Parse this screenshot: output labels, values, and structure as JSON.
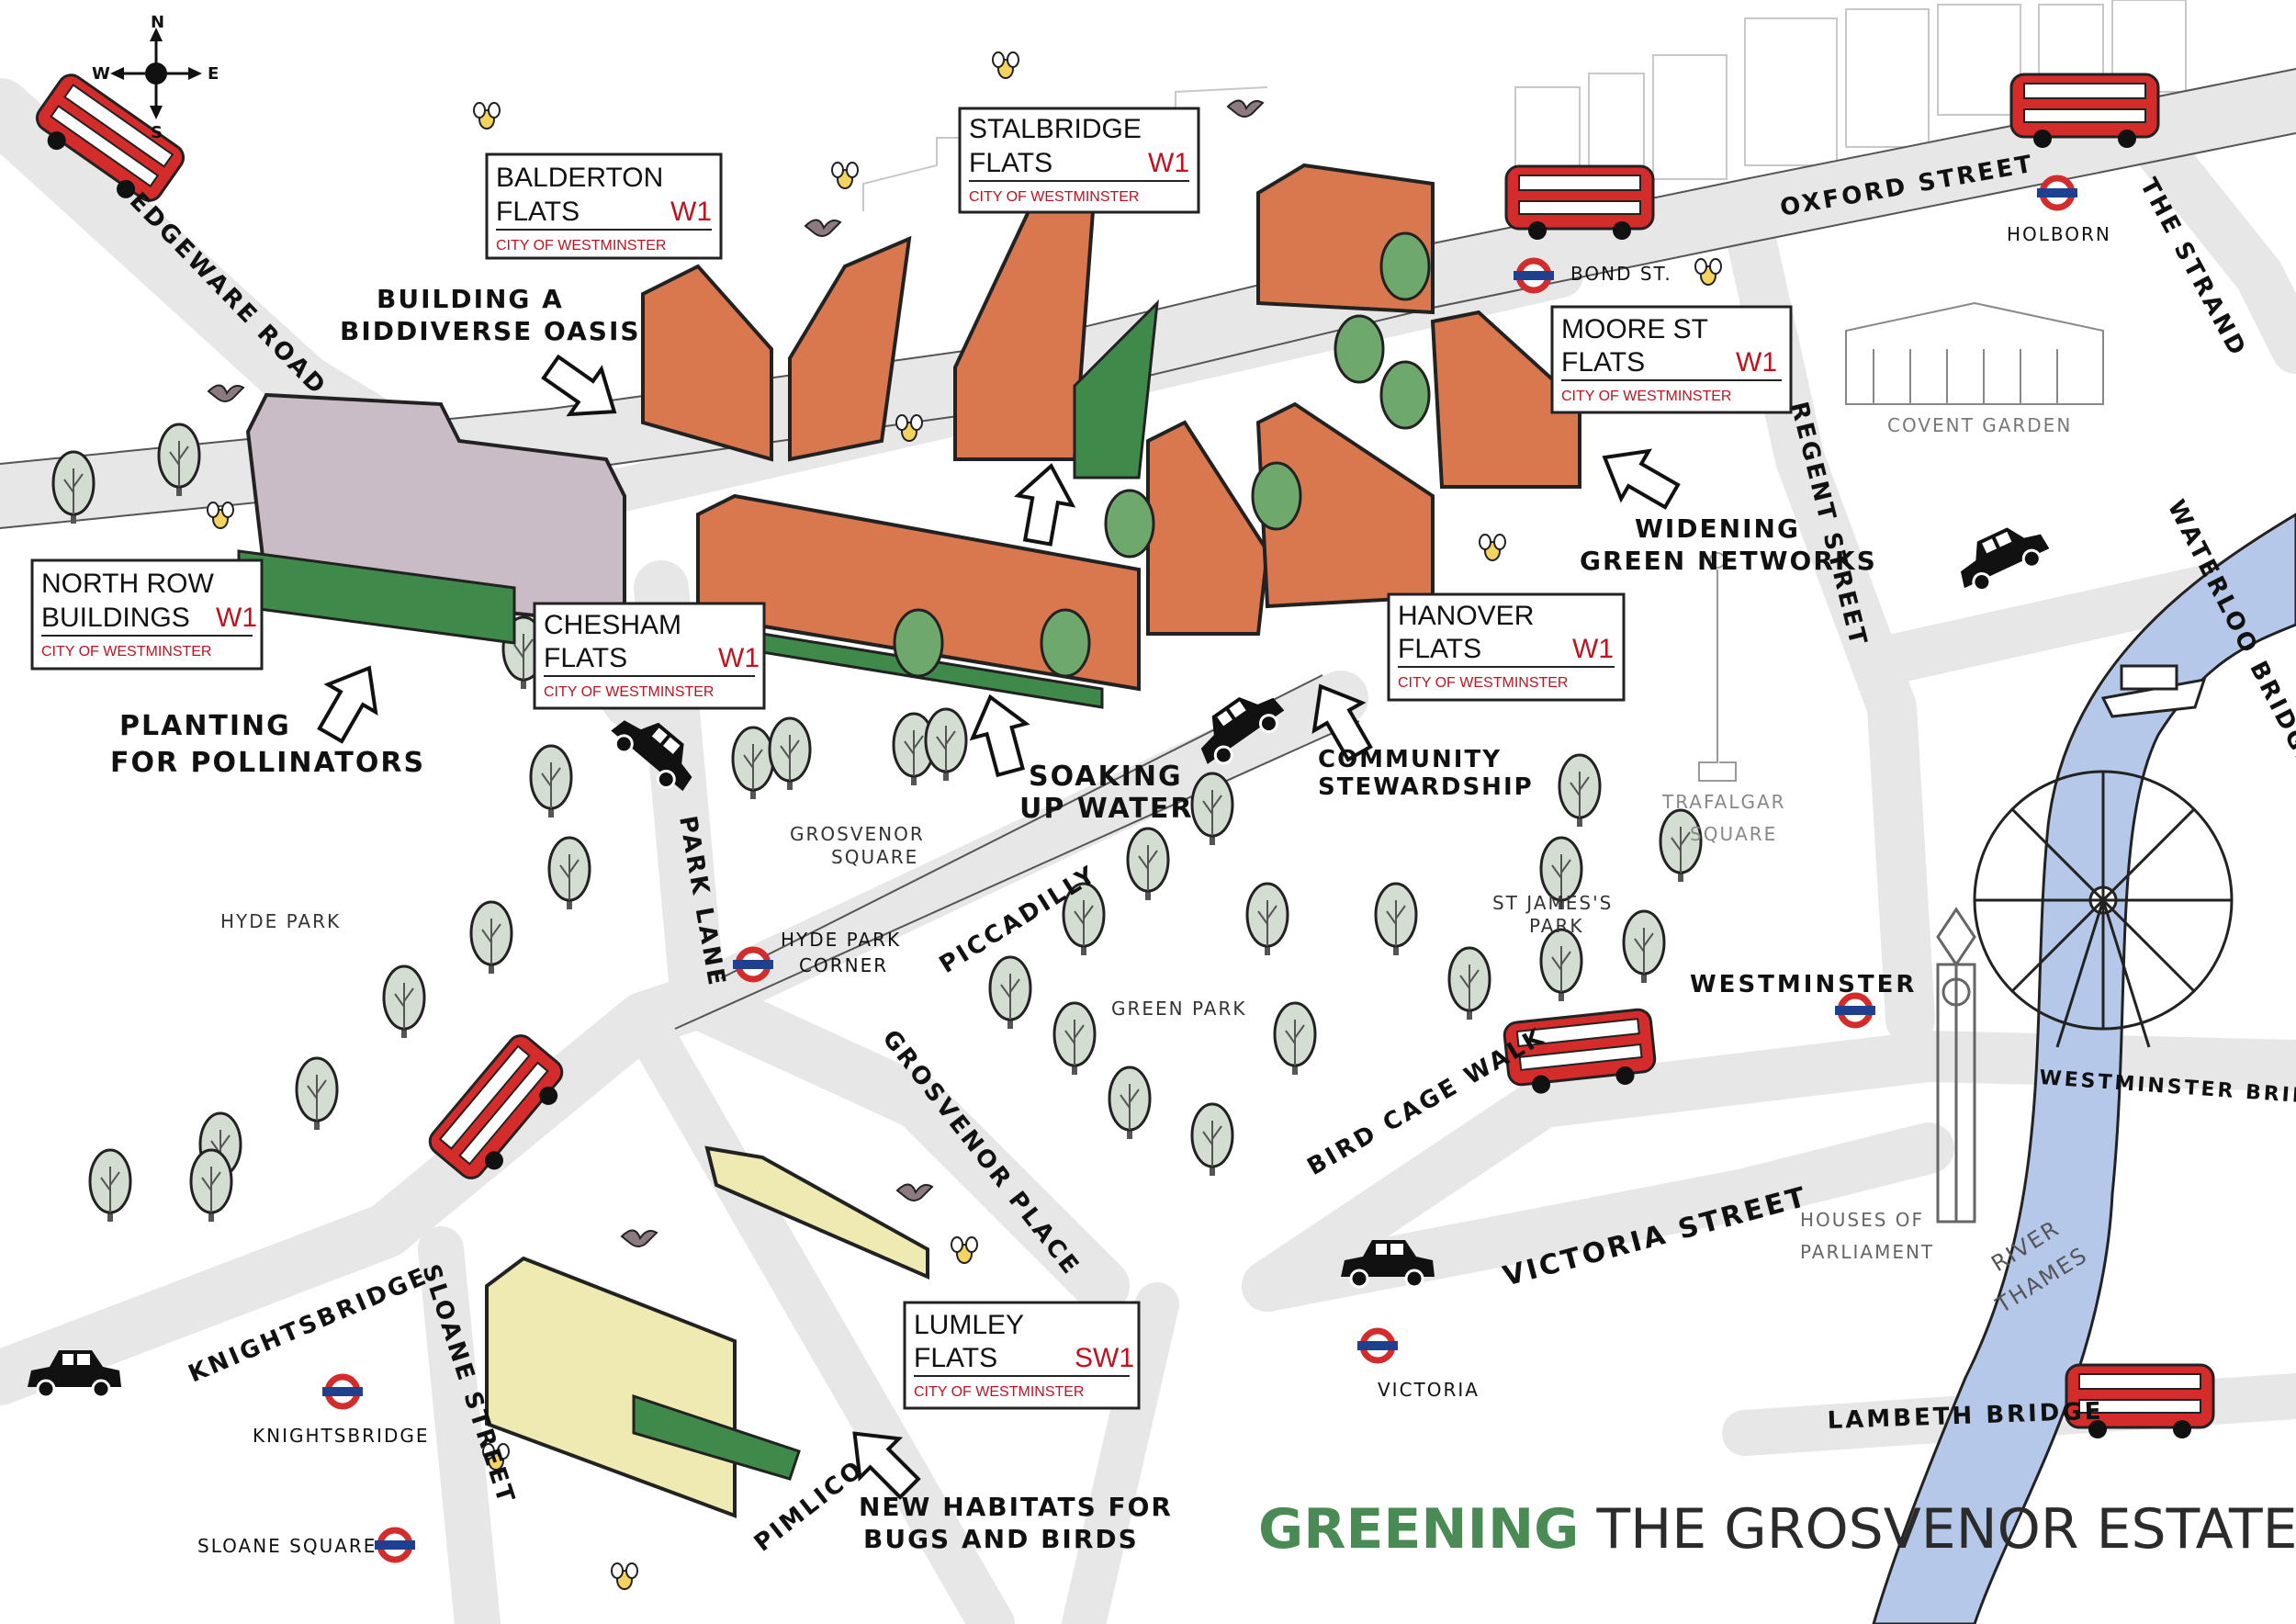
{
  "title": {
    "highlight": "GREENING",
    "rest": "THE GROSVENOR ESTATE"
  },
  "compass": {
    "n": "N",
    "s": "S",
    "e": "E",
    "w": "W"
  },
  "signs": {
    "balderton": {
      "line1": "BALDERTON",
      "line2": "FLATS",
      "code": "W1",
      "sub": "CITY OF WESTMINSTER"
    },
    "stalbridge": {
      "line1": "STALBRIDGE",
      "line2": "FLATS",
      "code": "W1",
      "sub": "CITY OF WESTMINSTER"
    },
    "moore": {
      "line1": "MOORE ST",
      "line2": "FLATS",
      "code": "W1",
      "sub": "CITY OF WESTMINSTER"
    },
    "northrow": {
      "line1": "NORTH ROW",
      "line2": "BUILDINGS",
      "code": "W1",
      "sub": "CITY OF WESTMINSTER"
    },
    "chesham": {
      "line1": "CHESHAM",
      "line2": "FLATS",
      "code": "W1",
      "sub": "CITY OF WESTMINSTER"
    },
    "hanover": {
      "line1": "HANOVER",
      "line2": "FLATS",
      "code": "W1",
      "sub": "CITY OF WESTMINSTER"
    },
    "lumley": {
      "line1": "LUMLEY",
      "line2": "FLATS",
      "code": "SW1",
      "sub": "CITY OF WESTMINSTER"
    }
  },
  "callouts": {
    "oasis1": "BUILDING A",
    "oasis2": "BIDDIVERSE OASIS",
    "pollinators1": "PLANTING",
    "pollinators2": "FOR POLLINATORS",
    "water1": "SOAKING",
    "water2": "UP WATER",
    "steward1": "COMMUNITY",
    "steward2": "STEWARDSHIP",
    "networks1": "WIDENING",
    "networks2": "GREEN NETWORKS",
    "habitats1": "NEW HABITATS FOR",
    "habitats2": "BUGS AND BIRDS"
  },
  "roads": {
    "edgeware": "EDGEWARE ROAD",
    "oxford": "OXFORD STREET",
    "strand": "THE STRAND",
    "regent": "REGENT STREET",
    "waterloo": "WATERLOO BRIDGE",
    "parklane": "PARK LANE",
    "piccadilly": "PICCADILLY",
    "grosvenorplace": "GROSVENOR PLACE",
    "birdcage": "BIRD CAGE WALK",
    "westminsterbridge": "WESTMINSTER BRIDGE",
    "victoriast": "VICTORIA STREET",
    "lambeth": "LAMBETH BRIDGE",
    "knightsbridge": "KNIGHTSBRIDGE",
    "sloane": "SLOANE STREET",
    "pimlico": "PIMLICO"
  },
  "places": {
    "hydepark": "HYDE PARK",
    "grosvenorsq1": "GROSVENOR",
    "grosvenorsq2": "SQUARE",
    "greenpark": "GREEN PARK",
    "stjames1": "ST JAMES'S",
    "stjames2": "PARK",
    "trafalgar1": "TRAFALGAR",
    "trafalgar2": "SQUARE",
    "covent": "COVENT GARDEN",
    "parliament1": "HOUSES OF",
    "parliament2": "PARLIAMENT",
    "thames1": "RIVER",
    "thames2": "THAMES"
  },
  "stations": {
    "bond": "BOND ST.",
    "holborn": "HOLBORN",
    "hydeparkcorner1": "HYDE PARK",
    "hydeparkcorner2": "CORNER",
    "westminster": "WESTMINSTER",
    "victoria": "VICTORIA",
    "knightsbridge": "KNIGHTSBRIDGE",
    "sloanesq": "SLOANE SQUARE"
  },
  "colors": {
    "brick": "#d9774f",
    "stone": "#c9bcc6",
    "cream": "#eeeab2",
    "green": "#3f8a4a",
    "river": "#b6c8ea",
    "bus": "#d42b2b",
    "road": "#e7e7e7",
    "tube": "#d42b2b",
    "tubebar": "#1f3f8f"
  }
}
